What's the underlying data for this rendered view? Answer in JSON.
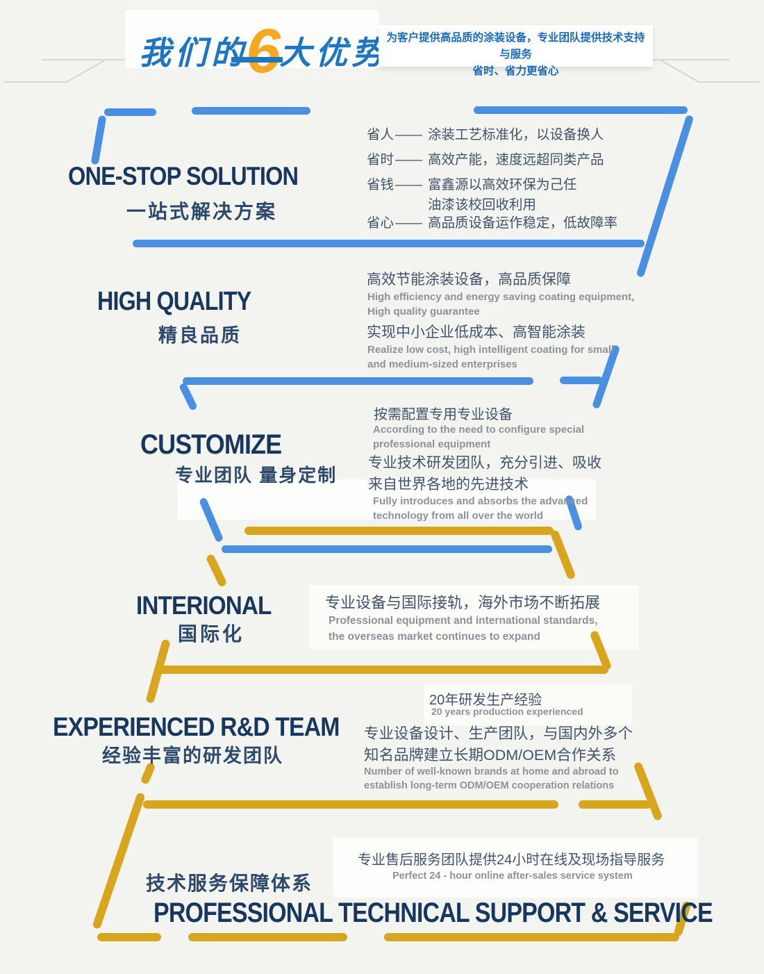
{
  "colors": {
    "line_blue": "#4a90e2",
    "line_gold": "#d8a51f",
    "title_navy": "#17375e",
    "header_blue": "#1d76c2",
    "number_gold": "#f7a81e"
  },
  "header": {
    "title_left": "我们的",
    "title_number": "6",
    "title_right": "大优势",
    "subtitle_line1": "为客户提供高品质的涂装设备，专业团队提供技术支持与服务",
    "subtitle_line2": "省时、省力更省心"
  },
  "sections": [
    {
      "title_en": "ONE-STOP SOLUTION",
      "title_cn": "一站式解决方案",
      "items": [
        {
          "label": "省人",
          "dash": "——",
          "text": "涂装工艺标准化，以设备换人"
        },
        {
          "label": "省时",
          "dash": "——",
          "text": "高效产能，速度远超同类产品"
        },
        {
          "label": "省钱",
          "dash": "——",
          "text": "富鑫源以高效环保为己任\n油漆该校回收利用"
        },
        {
          "label": "省心",
          "dash": "——",
          "text": "高品质设备运作稳定，低故障率"
        }
      ]
    },
    {
      "title_en": "HIGH QUALITY",
      "title_cn": "精良品质",
      "blocks": [
        {
          "cn": "高效节能涂装设备，高品质保障",
          "en": "High efficiency and energy saving coating equipment,\nHigh quality guarantee"
        },
        {
          "cn": "实现中小企业低成本、高智能涂装",
          "en": "Realize low cost, high intelligent coating for small\nand medium-sized enterprises"
        }
      ]
    },
    {
      "title_en": "CUSTOMIZE",
      "title_cn": "专业团队 量身定制",
      "blocks": [
        {
          "cn": "按需配置专用专业设备",
          "en": "According to the need to configure special\nprofessional equipment"
        },
        {
          "cn": "专业技术研发团队，充分引进、吸收\n来自世界各地的先进技术",
          "en": "Fully introduces and absorbs the advanced\ntechnology from all over the world"
        }
      ]
    },
    {
      "title_en": "INTERIONAL",
      "title_cn": "国际化",
      "blocks": [
        {
          "cn": "专业设备与国际接轨，海外市场不断拓展",
          "en": "Professional equipment and international standards,\nthe overseas market continues to expand"
        }
      ]
    },
    {
      "title_en": "EXPERIENCED R&D TEAM",
      "title_cn": "经验丰富的研发团队",
      "blocks": [
        {
          "cn": "20年研发生产经验",
          "en": "20 years production experienced"
        },
        {
          "cn": "专业设备设计、生产团队，与国内外多个\n知名品牌建立长期ODM/OEM合作关系",
          "en": "Number of well-known brands at home and abroad to\nestablish long-term ODM/OEM cooperation relations"
        }
      ]
    },
    {
      "title_en": "PROFESSIONAL TECHNICAL SUPPORT & SERVICE",
      "title_cn": "技术服务保障体系",
      "blocks": [
        {
          "cn": "专业售后服务团队提供24小时在线及现场指导服务",
          "en": "Perfect 24 - hour online after-sales service system"
        }
      ]
    }
  ]
}
